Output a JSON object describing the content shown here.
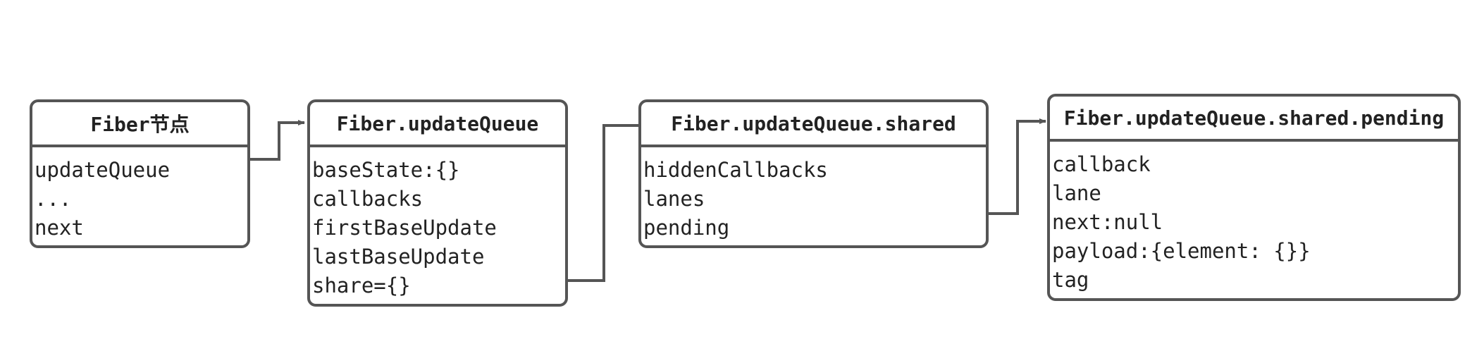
{
  "diagram": {
    "boxes": [
      {
        "title": "Fiber节点",
        "fields": [
          "updateQueue",
          "...",
          "next"
        ]
      },
      {
        "title": "Fiber.updateQueue",
        "fields": [
          "baseState:{}",
          "callbacks",
          "firstBaseUpdate",
          "lastBaseUpdate",
          "share={}"
        ]
      },
      {
        "title": "Fiber.updateQueue.shared",
        "fields": [
          "hiddenCallbacks",
          "lanes",
          "pending"
        ]
      },
      {
        "title": "Fiber.updateQueue.shared.pending",
        "fields": [
          "callback",
          "lane",
          "next:null",
          "payload:{element: {}}",
          "tag"
        ]
      }
    ]
  },
  "colors": {
    "line": "#555555",
    "text": "#222222",
    "background": "#ffffff"
  }
}
